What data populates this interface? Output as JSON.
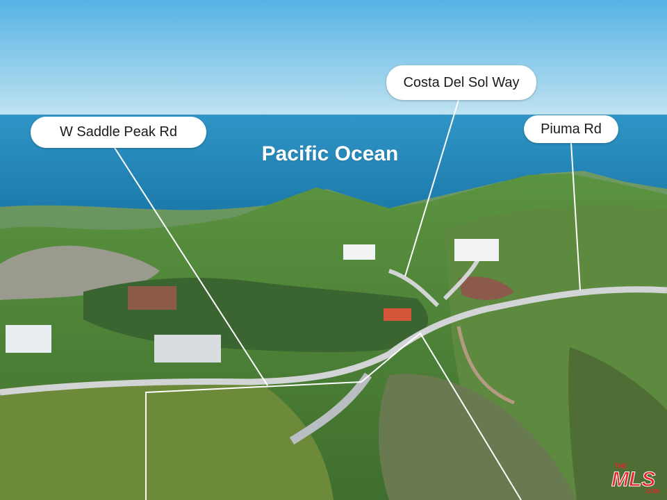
{
  "labels": {
    "saddle_peak": "W Saddle Peak Rd",
    "costa_del_sol": "Costa Del Sol Way",
    "piuma": "Piuma Rd",
    "ocean": "Pacific Ocean"
  },
  "watermark": {
    "text_main": "MLS",
    "text_top": "THE",
    "text_sub": ".COM",
    "color": "#e3262b"
  },
  "colors": {
    "sky_top": "#58b6e6",
    "sky_horizon": "#bfe2f2",
    "ocean": "#1f86b8",
    "hills": "#4f8a3a",
    "road": "#cfd3d6"
  }
}
